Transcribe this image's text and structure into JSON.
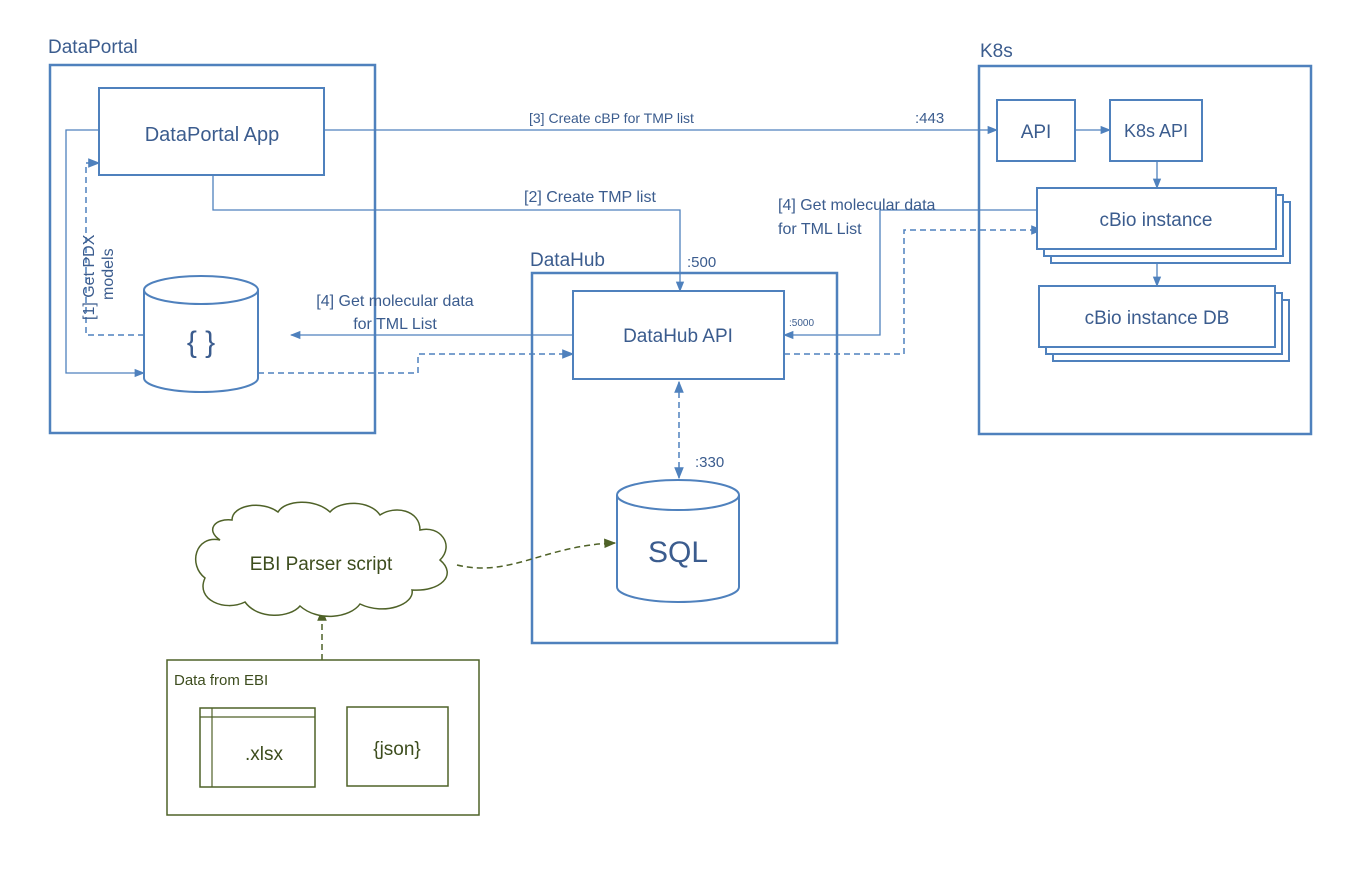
{
  "groups": {
    "dataportal": "DataPortal",
    "datahub": "DataHub",
    "k8s": "K8s"
  },
  "nodes": {
    "dataportal_app": "DataPortal App",
    "json_store": "{ }",
    "datahub_api": "DataHub API",
    "sql_db": "SQL",
    "api": "API",
    "k8s_api": "K8s API",
    "cbio_instance": "cBio instance",
    "cbio_instance_db": "cBio instance DB",
    "ebi_parser": "EBI Parser script",
    "data_from_ebi": "Data from EBI",
    "xlsx": ".xlsx",
    "json_file": "{json}"
  },
  "edges": {
    "get_pdx_line1": "[1] Get PDX",
    "get_pdx_line2": "models",
    "create_tmp": "[2] Create TMP list",
    "create_cbp": "[3] Create cBP for TMP list",
    "get_mol_left_line1": "[4] Get molecular data",
    "get_mol_left_line2": "for TML List",
    "get_mol_right_line1": "[4] Get molecular data",
    "get_mol_right_line2": "for TML List"
  },
  "ports": {
    "p443": ":443",
    "p500": ":500",
    "p5000": ":5000",
    "p330": ":330"
  },
  "colors": {
    "primary_stroke": "#4F81BD",
    "primary_text": "#3B5C8E",
    "ebi_stroke": "#4F6228",
    "ebi_text": "#3D4D1E"
  }
}
